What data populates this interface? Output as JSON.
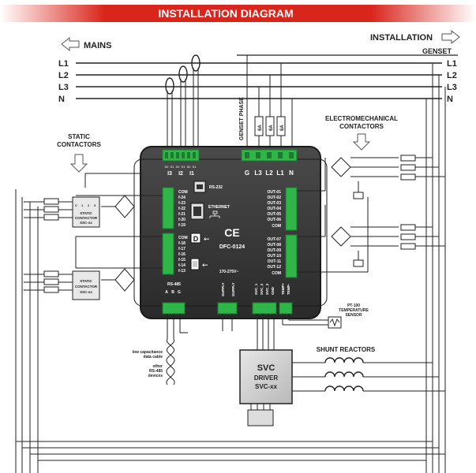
{
  "banner": {
    "title": "INSTALLATION DIAGRAM",
    "color": "#d9261c"
  },
  "directions": {
    "mains": "MAINS",
    "installation": "INSTALLATION",
    "genset": "GENSET"
  },
  "busbars": [
    "L1",
    "L2",
    "L3",
    "N"
  ],
  "contactor_labels": {
    "static_line1": "STATIC",
    "static_line2": "CONTACTORS",
    "electro_line1": "ELECTROMECHANICAL",
    "electro_line2": "CONTACTORS"
  },
  "genset_phase": "GENSET PHASE",
  "fuse_ratings": [
    "6A",
    "6A",
    "6A"
  ],
  "device": {
    "model": "DFC-0124",
    "ce_mark": "CE",
    "rs232": "RS-232",
    "ethernet": "ETHERNET",
    "rs485": "RS-485",
    "rs485_pins": [
      "A",
      "B",
      "G"
    ],
    "current_pins": [
      "I3",
      "I2",
      "I1"
    ],
    "current_prefix": [
      "S2",
      "S1",
      "S2",
      "S1",
      "S2",
      "S1"
    ],
    "voltage_pins": [
      "G",
      "L3",
      "L2",
      "L1",
      "N"
    ],
    "supply_range": "170-275V~",
    "supply_labels": [
      "SUPPLY",
      "SUPPLY"
    ],
    "svc_labels": [
      "SVC_1",
      "SVC_2",
      "SVC_3",
      "GND"
    ],
    "temp_labels": [
      "TEMP+",
      "TEMP-"
    ],
    "left_upper_labels": [
      "COM",
      "f-24",
      "f-23",
      "f-22",
      "f-21",
      "f-20",
      "f-19"
    ],
    "left_lower_labels": [
      "COM",
      "f-18",
      "f-17",
      "f-16",
      "f-15",
      "f-14",
      "f-13"
    ],
    "right_upper_labels": [
      "OUT-01",
      "OUT-02",
      "OUT-03",
      "OUT-04",
      "OUT-05",
      "OUT-06",
      "COM"
    ],
    "right_lower_labels": [
      "OUT-07",
      "OUT-08",
      "OUT-09",
      "OUT-10",
      "OUT-11",
      "OUT-12",
      "COM"
    ]
  },
  "static_contactor": {
    "line1": "STATIC",
    "line2": "CONTACTOR",
    "model": "SSC-xx",
    "pins": [
      "C",
      "1",
      "2",
      "3"
    ]
  },
  "static_contactor_2": {
    "line1": "STATIC",
    "line2": "CONTACTOR",
    "model": "SSC-xx"
  },
  "pt100": {
    "line1": "PT-100",
    "line2": "TEMPERATURE",
    "line3": "SENSOR"
  },
  "shunt_reactors": "SHUNT REACTORS",
  "svc_driver": {
    "line1": "SVC",
    "line2": "DRIVER",
    "line3": "SVC-xx"
  },
  "rs485_notes": {
    "cable_line1": "low capacitance",
    "cable_line2": "data cable",
    "other_line1": "other",
    "other_line2": "RS-485",
    "other_line3": "devices"
  },
  "colors": {
    "device_body": "#3a3a3a",
    "terminal": "#2fb548",
    "wire": "#222222",
    "svc_box": "#cfcfcf"
  }
}
